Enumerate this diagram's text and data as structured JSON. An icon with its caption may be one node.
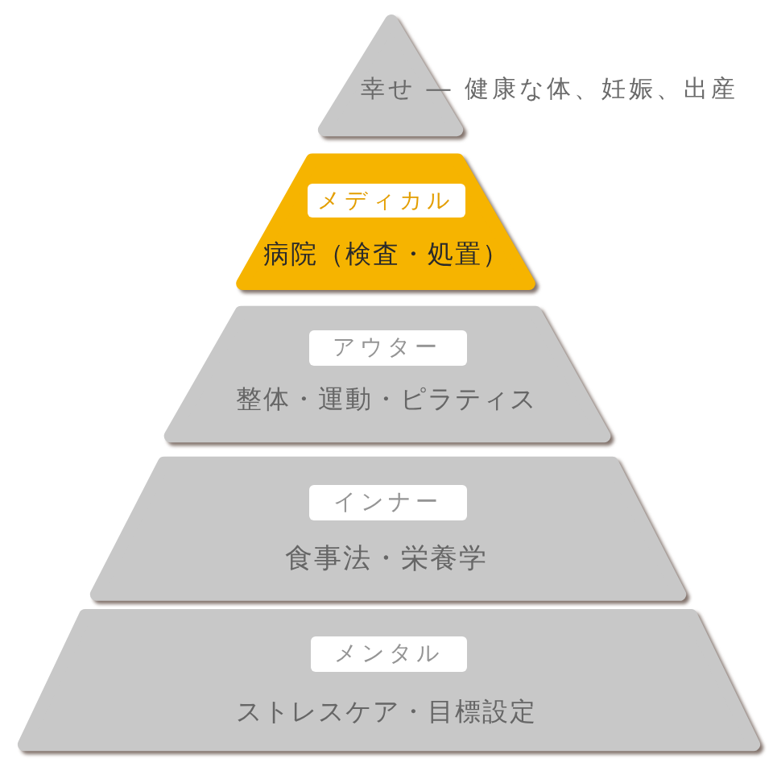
{
  "diagram": {
    "nodes": [
      {
        "text": [
          "幸せ ― 健康な体、妊娠、出産"
        ]
      },
      {
        "text": [
          "病院（検査・処置）"
        ]
      },
      {
        "text": [
          "メディカル"
        ],
        "in": 1
      },
      {
        "text": [
          "整体・運動・ピラティス"
        ]
      },
      {
        "text": [
          "アウター"
        ],
        "in": 3
      },
      {
        "text": [
          "食事法・栄養学"
        ]
      },
      {
        "text": [
          "インナー"
        ],
        "in": 5
      },
      {
        "text": [
          "ストレスケア・目標設定"
        ]
      },
      {
        "text": [
          "メンタル"
        ],
        "in": 7
      }
    ]
  }
}
